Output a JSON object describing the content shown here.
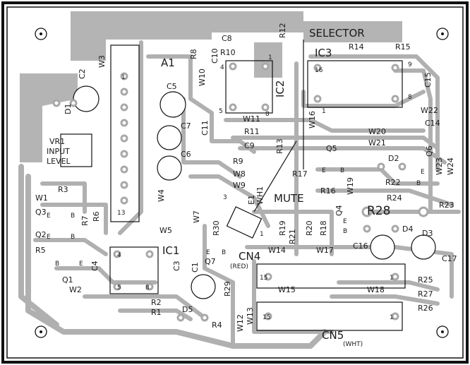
{
  "board": {
    "section_labels": {
      "selector": "SELECTOR",
      "mute": "MUTE",
      "input_level": [
        "INPUT",
        "LEVEL"
      ]
    },
    "ics": [
      "A1",
      "IC1",
      "IC2",
      "IC3"
    ],
    "connectors": {
      "cn4": "CN4",
      "cn4_color": "(RED)",
      "cn5": "CN5",
      "cn5_color": "(WHT)"
    },
    "resistors": [
      "R1",
      "R2",
      "R3",
      "R4",
      "R5",
      "R6",
      "R7",
      "R8",
      "R9",
      "R10",
      "R11",
      "R12",
      "R13",
      "R14",
      "R15",
      "R16",
      "R17",
      "R18",
      "R19",
      "R20",
      "R21",
      "R22",
      "R23",
      "R24",
      "R25",
      "R26",
      "R27",
      "R28",
      "R29",
      "R30"
    ],
    "capacitors": [
      "C1",
      "C2",
      "C3",
      "C4",
      "C5",
      "C6",
      "C7",
      "C8",
      "C9",
      "C10",
      "C11",
      "C14",
      "C15",
      "C16",
      "C17"
    ],
    "wire_links": [
      "W1",
      "W2",
      "W3",
      "W4",
      "W5",
      "W7",
      "W8",
      "W9",
      "W10",
      "W11",
      "W12",
      "W13",
      "W14",
      "W15",
      "W16",
      "W17",
      "W18",
      "W19",
      "W20",
      "W21",
      "W22",
      "W23",
      "W24",
      "WH1"
    ],
    "diodes": [
      "D1",
      "D2",
      "D3",
      "D4",
      "D5"
    ],
    "transistors": [
      "Q1",
      "Q2",
      "Q3",
      "Q4",
      "Q5",
      "Q6",
      "Q7"
    ],
    "misc": {
      "vr1": "VR1",
      "e1": "E1"
    },
    "pins": {
      "p1": "1",
      "p3": "3",
      "p4": "4",
      "p5": "5",
      "p8": "8",
      "p9": "9",
      "p13": "13",
      "p15": "15",
      "p16": "16"
    },
    "terminals": {
      "b": "B",
      "e": "E"
    }
  }
}
